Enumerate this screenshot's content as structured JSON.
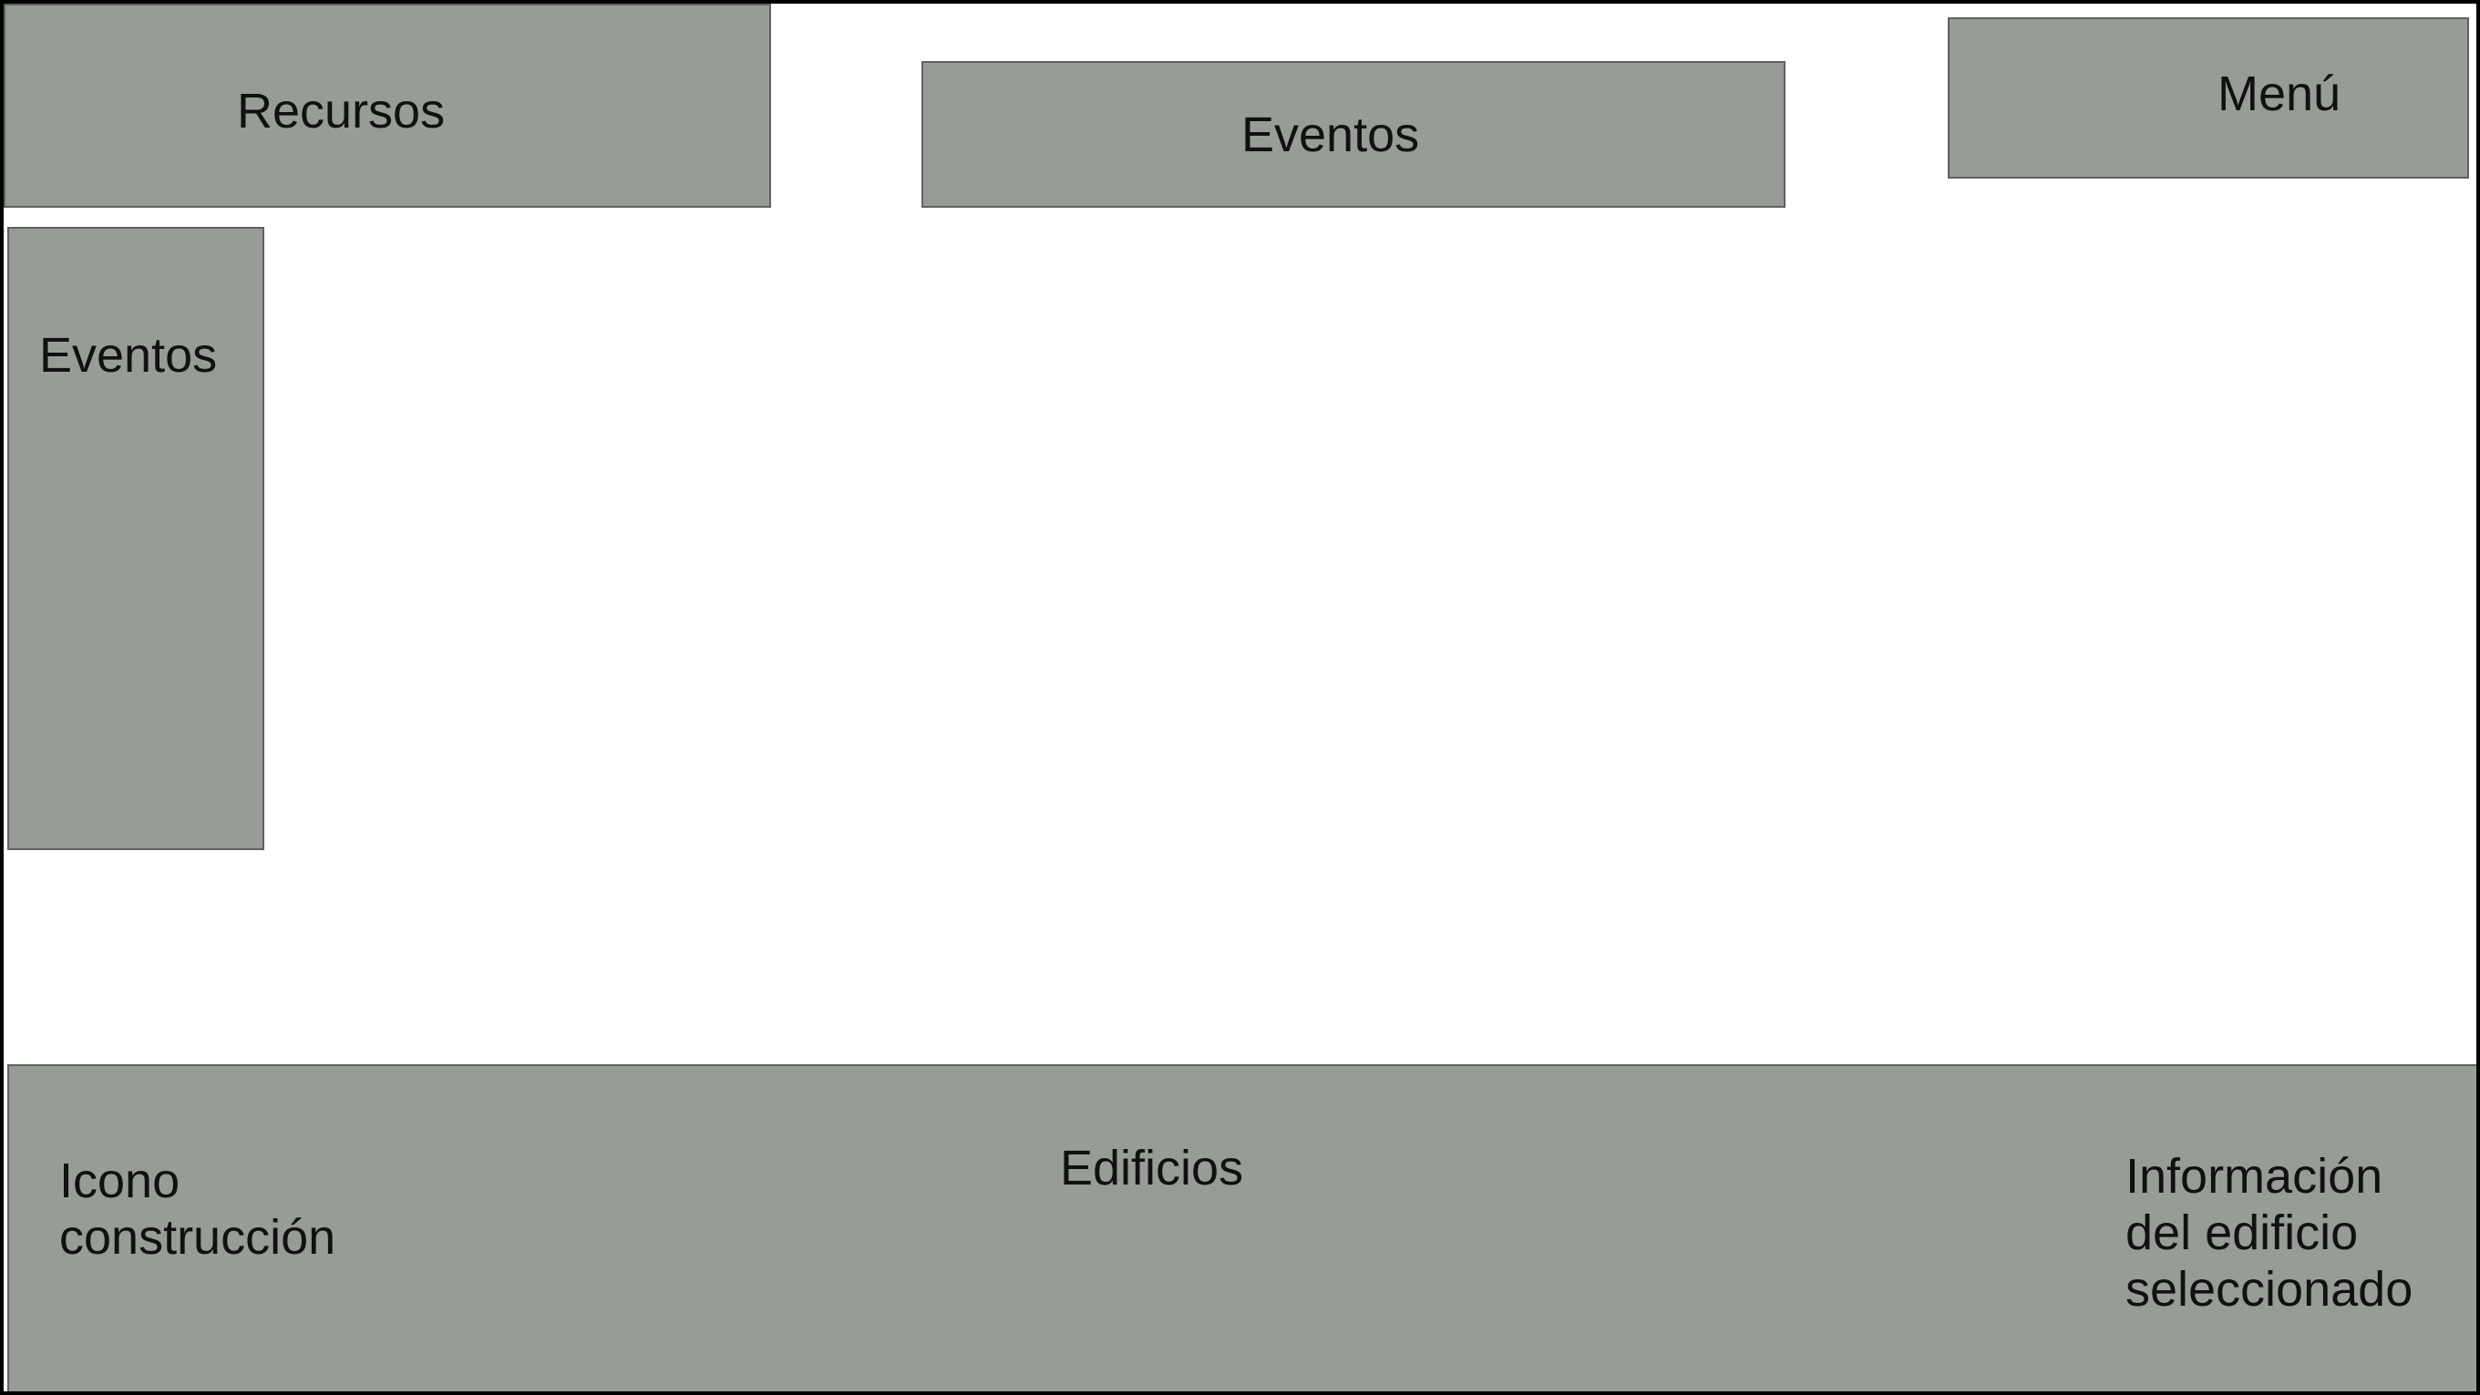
{
  "wireframe": {
    "resources_label": "Recursos",
    "events_top_label": "Eventos",
    "menu_label": "Menú",
    "events_side_label": "Eventos",
    "bottom_bar": {
      "build_icon_label": "Icono\nconstrucción",
      "buildings_label": "Edificios",
      "selected_info_label": "Información\ndel edificio\nseleccionado"
    }
  },
  "colors": {
    "panel_fill": "#989c97",
    "panel_border": "#5f625e",
    "frame_border": "#000000",
    "background": "#ffffff"
  }
}
